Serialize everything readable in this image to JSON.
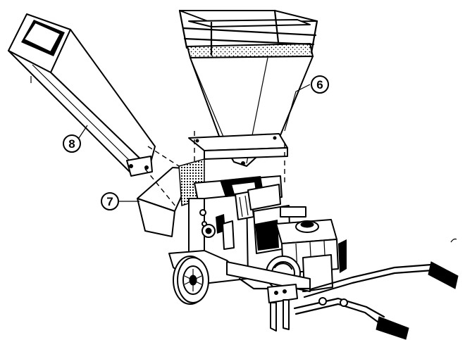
{
  "callouts": {
    "hopper": "6",
    "discharge_chute": "7",
    "feed_chute": "8"
  },
  "ink_color": "#000000",
  "paper_color": "#ffffff"
}
